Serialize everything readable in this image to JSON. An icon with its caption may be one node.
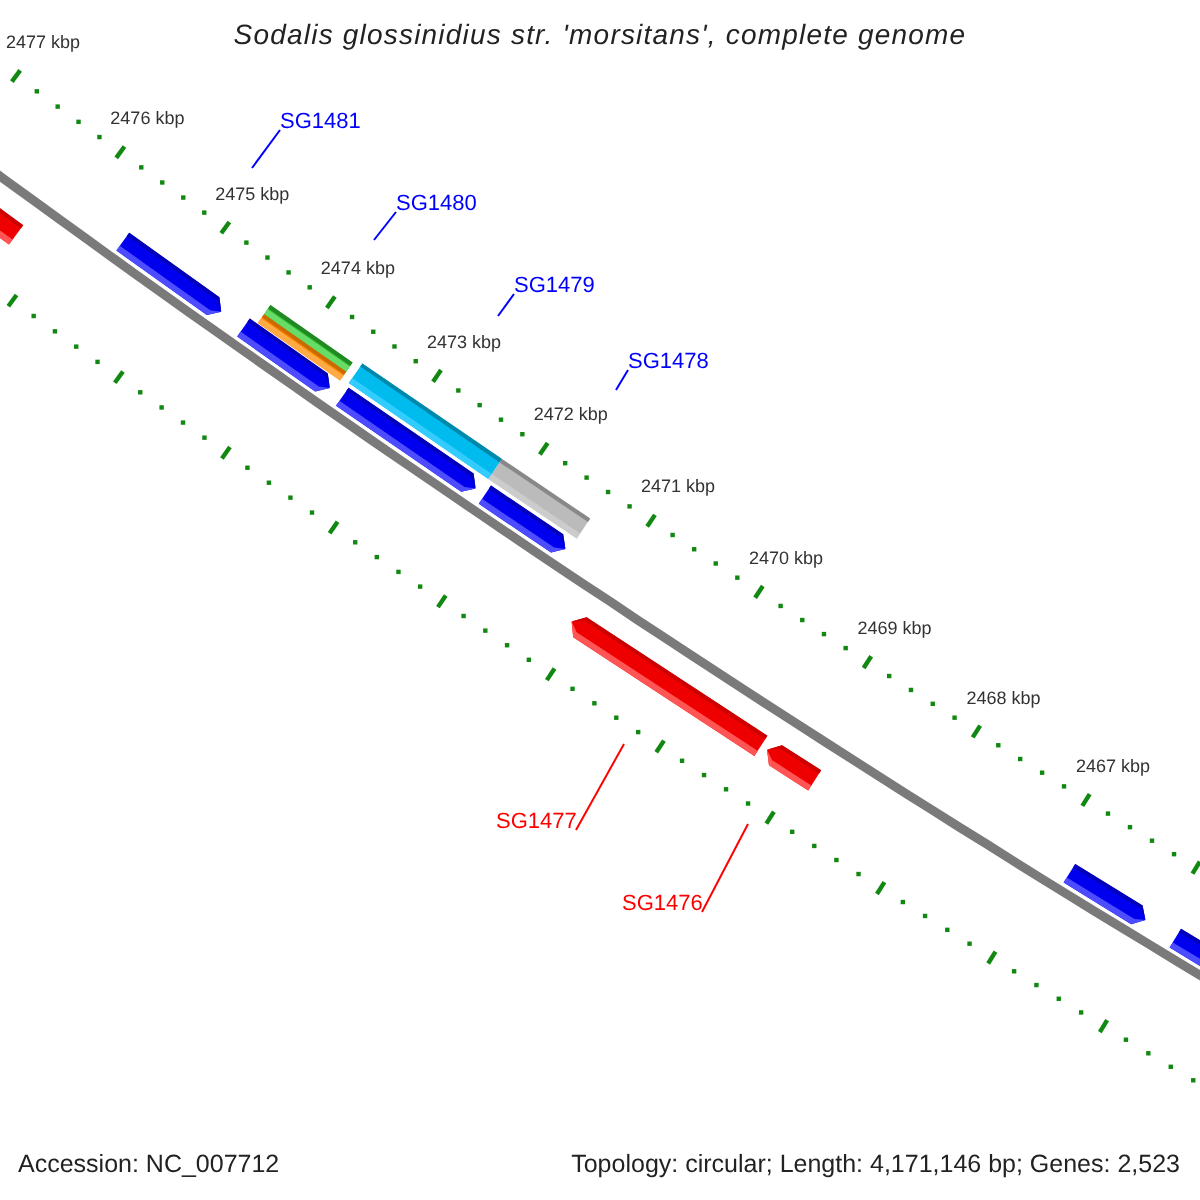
{
  "diagram": {
    "title": "Sodalis glossinidius str. 'morsitans', complete genome",
    "nodes": [
      {
        "text": [
          "SG1481"
        ]
      },
      {
        "text": [
          "SG1480"
        ]
      },
      {
        "text": [
          "SG1479"
        ]
      },
      {
        "text": [
          "SG1478"
        ]
      },
      {
        "text": [
          "SG1477"
        ]
      },
      {
        "text": [
          "SG1476"
        ]
      }
    ],
    "edges": [
      {
        "from": 0,
        "to": null,
        "arrow": "none"
      },
      {
        "from": 1,
        "to": null,
        "arrow": "none"
      },
      {
        "from": 2,
        "to": null,
        "arrow": "none"
      },
      {
        "from": 3,
        "to": null,
        "arrow": "none"
      },
      {
        "from": 4,
        "to": null,
        "arrow": "none",
        "color": "#ff0000"
      },
      {
        "from": 5,
        "to": null,
        "arrow": "none",
        "color": "#ff0000"
      }
    ],
    "labels": [
      "2477 kbp",
      "2476 kbp",
      "2475 kbp",
      "2474 kbp",
      "2473 kbp",
      "2472 kbp",
      "2471 kbp",
      "2470 kbp",
      "2469 kbp",
      "2468 kbp",
      "2467 kbp",
      "Accession: NC_007712",
      "Topology: circular; Length: 4,171,146 bp; Genes: 2,523"
    ]
  }
}
